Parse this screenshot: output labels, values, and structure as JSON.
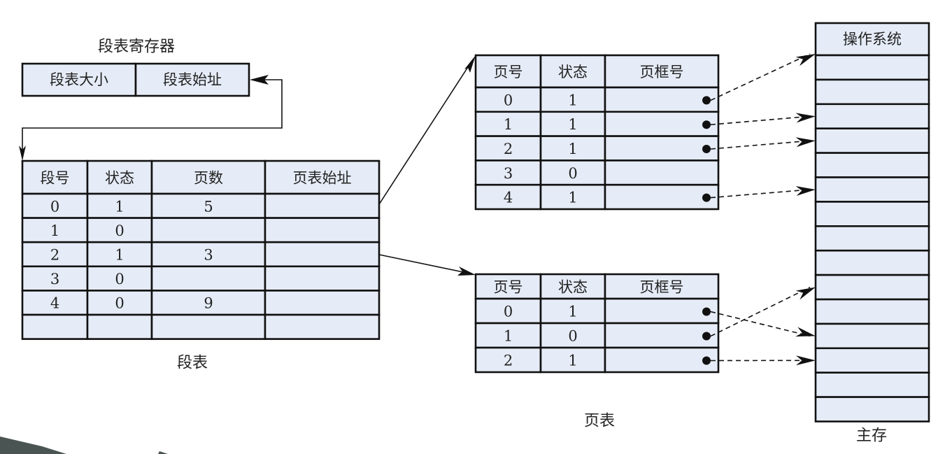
{
  "register": {
    "title": "段表寄存器",
    "fields": [
      "段表大小",
      "段表始址"
    ]
  },
  "segment_table": {
    "caption": "段表",
    "headers": [
      "段号",
      "状态",
      "页数",
      "页表始址"
    ],
    "rows": [
      [
        "0",
        "1",
        "5",
        ""
      ],
      [
        "1",
        "0",
        "",
        ""
      ],
      [
        "2",
        "1",
        "3",
        ""
      ],
      [
        "3",
        "0",
        "",
        ""
      ],
      [
        "4",
        "0",
        "9",
        ""
      ],
      [
        "",
        "",
        "",
        ""
      ]
    ]
  },
  "page_table_a": {
    "headers": [
      "页号",
      "状态",
      "页框号"
    ],
    "rows": [
      [
        "0",
        "1",
        ""
      ],
      [
        "1",
        "1",
        ""
      ],
      [
        "2",
        "1",
        ""
      ],
      [
        "3",
        "0",
        ""
      ],
      [
        "4",
        "1",
        ""
      ]
    ],
    "pointers": [
      {
        "row": 0,
        "frame": 0
      },
      {
        "row": 1,
        "frame": 2
      },
      {
        "row": 2,
        "frame": 3
      },
      {
        "row": 4,
        "frame": 5
      }
    ]
  },
  "page_table_b": {
    "headers": [
      "页号",
      "状态",
      "页框号"
    ],
    "rows": [
      [
        "0",
        "1",
        ""
      ],
      [
        "1",
        "0",
        ""
      ],
      [
        "2",
        "1",
        ""
      ]
    ],
    "pointers": [
      {
        "row": 0,
        "frame": 11
      },
      {
        "row": 1,
        "frame": 9
      },
      {
        "row": 2,
        "frame": 12
      }
    ]
  },
  "page_tables_caption": "页表",
  "main_memory": {
    "caption": "主存",
    "os_label": "操作系统",
    "frame_count": 15
  }
}
